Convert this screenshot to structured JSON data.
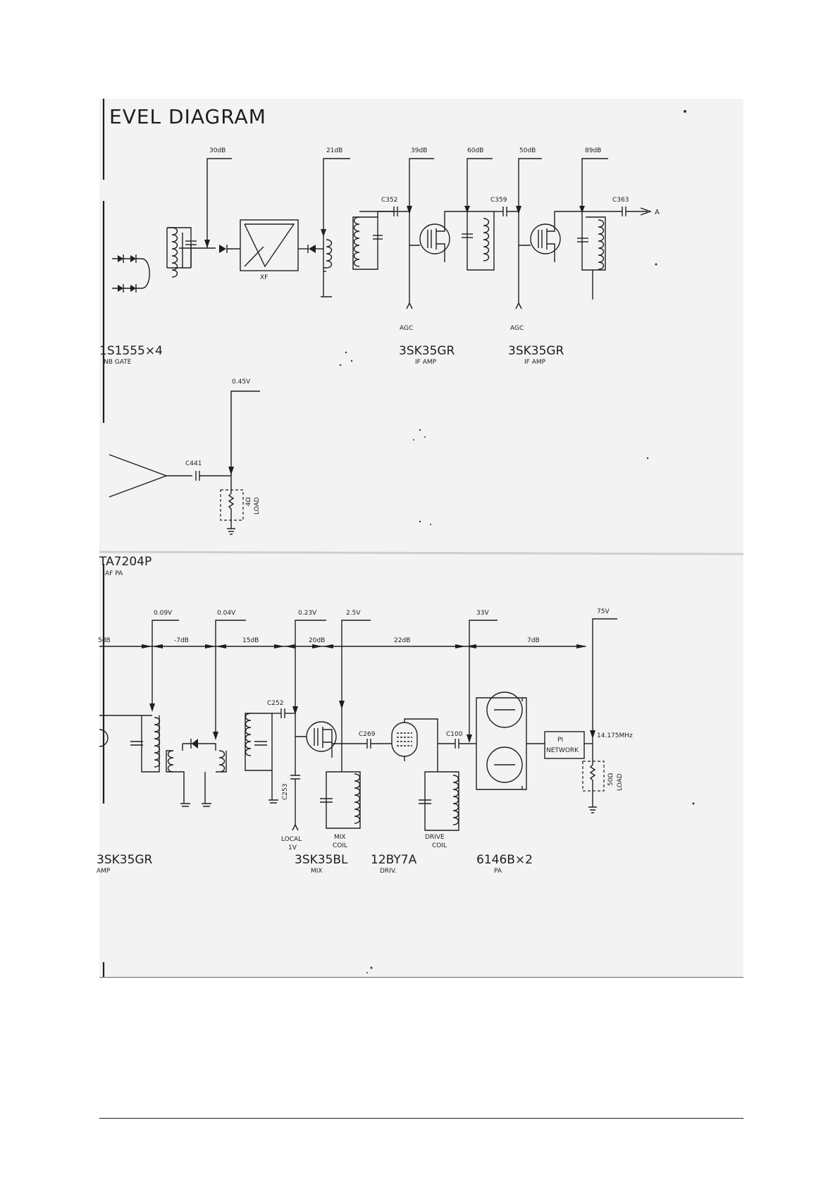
{
  "diagram": {
    "title": "EVEL DIAGRAM",
    "rx_chain": {
      "levels": [
        "30dB",
        "21dB",
        "39dB",
        "60dB",
        "50dB",
        "89dB"
      ],
      "caps": [
        "C352",
        "C359",
        "C363"
      ],
      "filter": "XF",
      "output": "A",
      "agc": [
        "AGC",
        "AGC"
      ],
      "devices": [
        {
          "name": "3SK35GR",
          "func": "IF AMP"
        },
        {
          "name": "3SK35GR",
          "func": "IF AMP"
        }
      ],
      "left_device": {
        "name": "1S1555×4",
        "func": "NB GATE"
      }
    },
    "af_chain": {
      "level": "0.45V",
      "cap": "C441",
      "load_value": "4Ω",
      "load_label": "LOAD",
      "device": {
        "name": "TA7204P",
        "func": "AF PA"
      }
    },
    "tx_chain": {
      "voltages": [
        "0.09V",
        "0.04V",
        "0.23V",
        "2.5V",
        "33V",
        "75V"
      ],
      "gains": [
        "5dB",
        "-7dB",
        "15dB",
        "20dB",
        "22dB",
        "7dB"
      ],
      "caps": [
        "C252",
        "C253",
        "C269",
        "C100"
      ],
      "local": [
        "LOCAL",
        "1V"
      ],
      "mix_coil": [
        "MIX",
        "COIL"
      ],
      "drive_coil": [
        "DRIVE",
        "COIL"
      ],
      "network": [
        "PI",
        "NETWORK"
      ],
      "frequency": "14.175MHz",
      "load_value": "50Ω",
      "load_label": "LOAD",
      "devices": [
        {
          "name": "3SK35GR",
          "func": "AMP"
        },
        {
          "name": "3SK35BL",
          "func": "MIX"
        },
        {
          "name": "12BY7A",
          "func": "DRIV."
        },
        {
          "name": "6146B×2",
          "func": "PA"
        }
      ]
    }
  }
}
